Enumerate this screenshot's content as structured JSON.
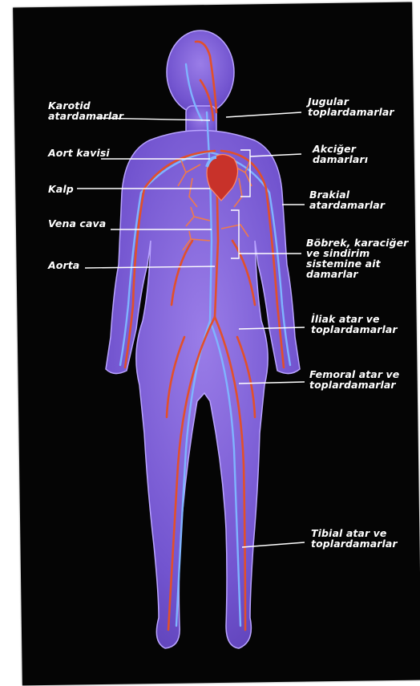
{
  "labels": {
    "karotid": [
      "Karotid",
      "atardamarlar"
    ],
    "aort_kavisi": "Aort kavisi",
    "kalp": "Kalp",
    "vena_cava": "Vena cava",
    "aorta": "Aorta",
    "jugular": [
      "Jugular",
      "toplardamarlar"
    ],
    "akciger": [
      "Akciğer",
      "damarları"
    ],
    "brakial": [
      "Brakial",
      "atardamarlar"
    ],
    "bobrek": [
      "Böbrek, karaciğer",
      "ve sindirim",
      "sistemine ait",
      "damarlar"
    ],
    "iliak": [
      "İliak atar ve",
      "toplardamarlar"
    ],
    "femoral": [
      "Femoral atar ve",
      "toplardamarlar"
    ],
    "tibial": [
      "Tibial atar ve",
      "toplardamarlar"
    ]
  },
  "colors": {
    "background": "#050505",
    "body": "#7a5bd6",
    "artery": "#e2502a",
    "vein": "#7fb4ff",
    "heart": "#c8322a",
    "label": "#ffffff"
  }
}
